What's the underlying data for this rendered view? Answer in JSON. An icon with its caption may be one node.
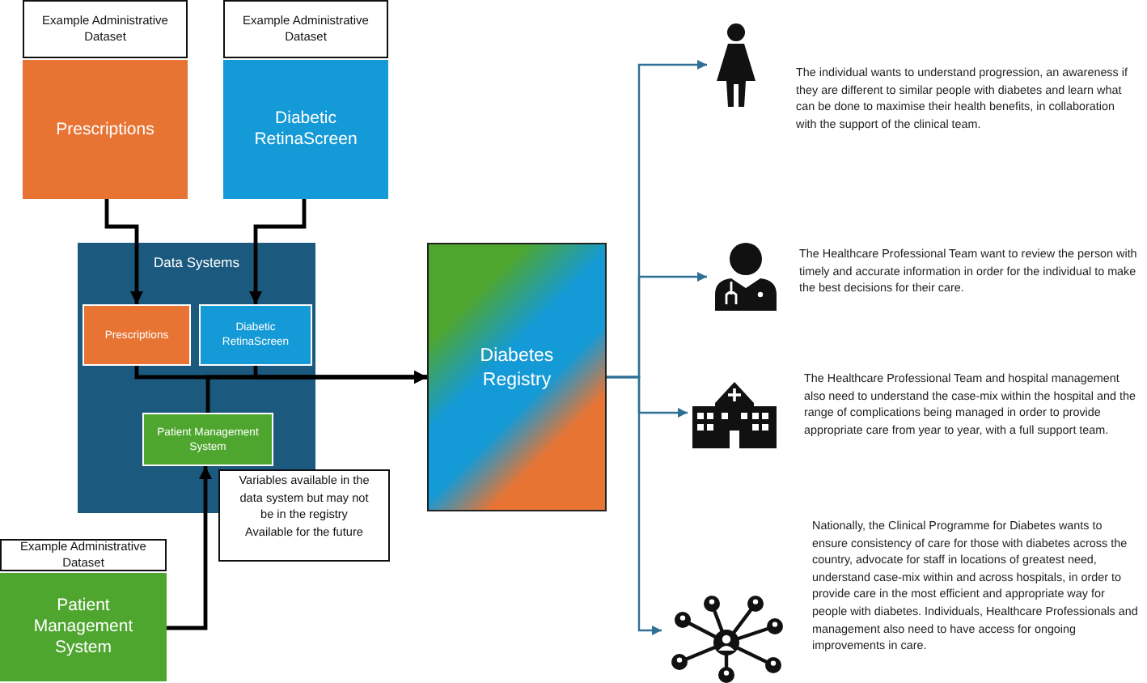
{
  "diagram": {
    "nodes": [
      {
        "text": [
          "Example Administrative Dataset",
          "Prescriptions"
        ]
      },
      {
        "text": [
          "Example Administrative Dataset",
          "Diabetic RetinaScreen"
        ]
      },
      {
        "text": [
          "Data Systems"
        ]
      },
      {
        "text": [
          "Prescriptions"
        ],
        "in": 2
      },
      {
        "text": [
          "Diabetic RetinaScreen"
        ],
        "in": 2
      },
      {
        "text": [
          "Patient Management System"
        ],
        "in": 2
      },
      {
        "text": [
          "Variables available in the data system but may not be in the registry",
          "Available for the future"
        ]
      },
      {
        "text": [
          "Example Administrative Dataset",
          "Patient Management System"
        ]
      },
      {
        "text": [
          "Diabetes Registry"
        ]
      },
      {
        "text": [],
        "shape": "person",
        "beside": [
          "The individual wants to understand progression, an awareness if they are different to similar people with diabetes and learn what can be done to maximise their health benefits, in collaboration with the support of the clinical team."
        ]
      },
      {
        "text": [],
        "shape": "person",
        "beside": [
          "The Healthcare Professional Team want to review the person with timely and accurate information in order for the individual to make the best decisions for their care."
        ]
      },
      {
        "text": [],
        "shape": "building",
        "beside": [
          "The Healthcare Professional Team and hospital management also need to understand the case-mix within the hospital and the range of complications being managed in order to provide appropriate care from year to year, with a full support team."
        ]
      },
      {
        "text": [],
        "shape": "network",
        "beside": [
          "Nationally, the Clinical Programme for Diabetes wants to ensure consistency of care for those with diabetes across the country, advocate for staff in locations of greatest need, understand case-mix within and across hospitals, in order to provide care in the most  efficient and appropriate way for people with diabetes.  Individuals, Healthcare Professionals and management also need to have access for ongoing improvements in care."
        ]
      }
    ],
    "edges": [
      {
        "from": 0,
        "to": 3,
        "arrow": "to"
      },
      {
        "from": 1,
        "to": 4,
        "arrow": "to"
      },
      {
        "from": 3,
        "to": 8,
        "arrow": "to"
      },
      {
        "from": 4,
        "to": 8,
        "arrow": "to"
      },
      {
        "from": 5,
        "to": 8,
        "arrow": "to"
      },
      {
        "from": 7,
        "to": 5,
        "arrow": "to"
      },
      {
        "from": 8,
        "to": 9,
        "arrow": "to",
        "color": "#2f6f96"
      },
      {
        "from": 8,
        "to": 10,
        "arrow": "to",
        "color": "#2f6f96"
      },
      {
        "from": 8,
        "to": 11,
        "arrow": "to",
        "color": "#2f6f96"
      },
      {
        "from": 8,
        "to": 12,
        "arrow": "to",
        "color": "#2f6f96"
      }
    ]
  }
}
